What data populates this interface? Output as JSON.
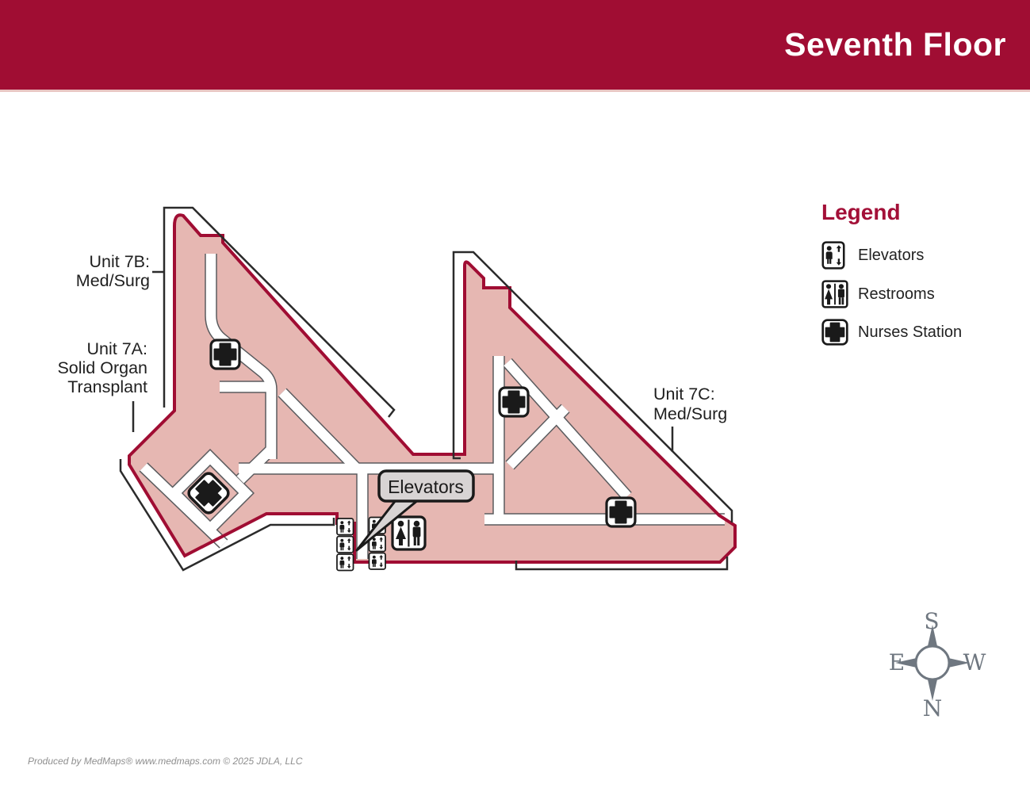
{
  "header": {
    "title": "Seventh Floor"
  },
  "map": {
    "units": [
      {
        "name": "unit-7b",
        "lines": [
          "Unit 7B:",
          "Med/Surg"
        ]
      },
      {
        "name": "unit-7a",
        "lines": [
          "Unit 7A:",
          "Solid Organ",
          "Transplant"
        ]
      },
      {
        "name": "unit-7c",
        "lines": [
          "Unit 7C:",
          "Med/Surg"
        ]
      }
    ],
    "callout": {
      "label": "Elevators"
    }
  },
  "legend": {
    "title": "Legend",
    "items": [
      {
        "icon": "elevator-icon",
        "label": "Elevators"
      },
      {
        "icon": "restroom-icon",
        "label": "Restrooms"
      },
      {
        "icon": "nurses-station-icon",
        "label": "Nurses Station"
      }
    ]
  },
  "compass": {
    "south": "S",
    "west": "W",
    "north": "N",
    "east": "E"
  },
  "footer": {
    "text": "Produced by MedMaps®  www.medmaps.com  © 2025 JDLA, LLC"
  },
  "colors": {
    "banner": "#A00D33",
    "floor_fill": "#E6B7B2",
    "floor_border": "#A00D33",
    "corridor": "#FFFFFF",
    "unit_outline": "#2B2B2B",
    "legend_title": "#A31038",
    "callout_fill": "#D8D4D4",
    "compass": "#6F7780"
  }
}
